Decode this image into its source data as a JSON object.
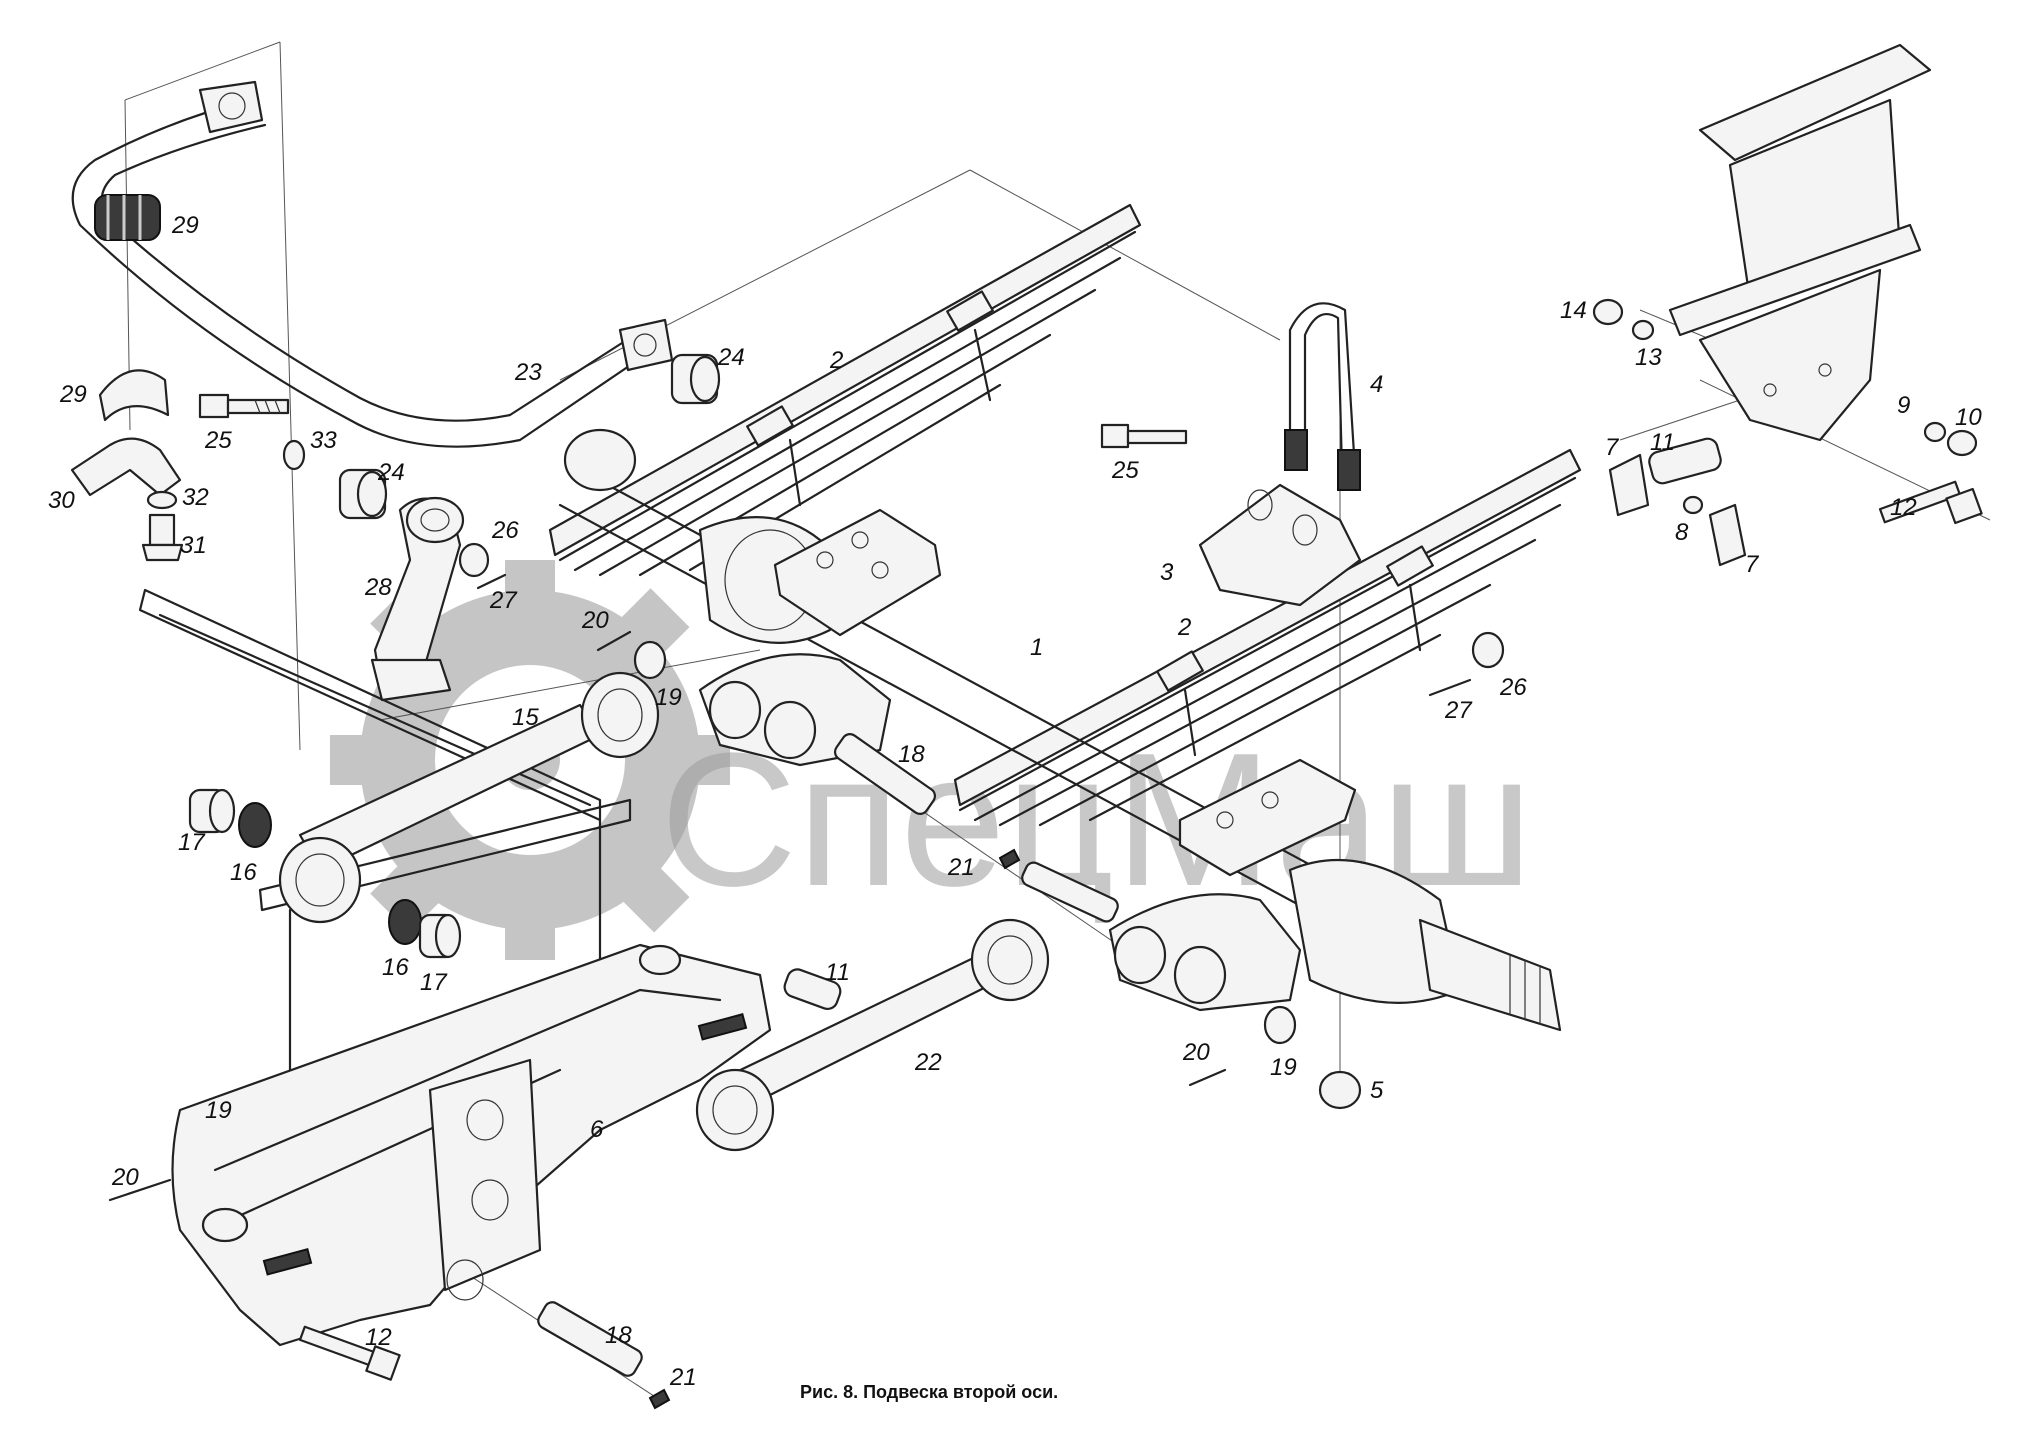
{
  "caption": "Рис. 8. Подвеска второй оси.",
  "watermark": "СпецМаш",
  "callouts": [
    "1",
    "2",
    "3",
    "4",
    "5",
    "6",
    "7",
    "8",
    "9",
    "10",
    "11",
    "12",
    "13",
    "14",
    "15",
    "16",
    "17",
    "18",
    "19",
    "20",
    "21",
    "22",
    "23",
    "24",
    "25",
    "26",
    "27",
    "28",
    "29",
    "30",
    "31",
    "32",
    "33"
  ],
  "labels": {
    "l29a": "29",
    "l29b": "29",
    "l30": "30",
    "l31": "31",
    "l32": "32",
    "l33": "33",
    "l25a": "25",
    "l25b": "25",
    "l24a": "24",
    "l24b": "24",
    "l23": "23",
    "l2a": "2",
    "l2b": "2",
    "l4": "4",
    "l3": "3",
    "l1": "1",
    "l14": "14",
    "l13": "13",
    "l9": "9",
    "l10": "10",
    "l11a": "11",
    "l11b": "11",
    "l12a": "12",
    "l12b": "12",
    "l7a": "7",
    "l7b": "7",
    "l8": "8",
    "l26a": "26",
    "l26b": "26",
    "l27a": "27",
    "l27b": "27",
    "l28": "28",
    "l20a": "20",
    "l20b": "20",
    "l20c": "20",
    "l19a": "19",
    "l19b": "19",
    "l19c": "19",
    "l15": "15",
    "l17a": "17",
    "l17b": "17",
    "l16a": "16",
    "l16b": "16",
    "l18a": "18",
    "l18b": "18",
    "l21a": "21",
    "l21b": "21",
    "l22": "22",
    "l6": "6",
    "l5": "5"
  },
  "colors": {
    "line": "#222222",
    "watermark": "#9a9a9a",
    "background": "#ffffff"
  }
}
